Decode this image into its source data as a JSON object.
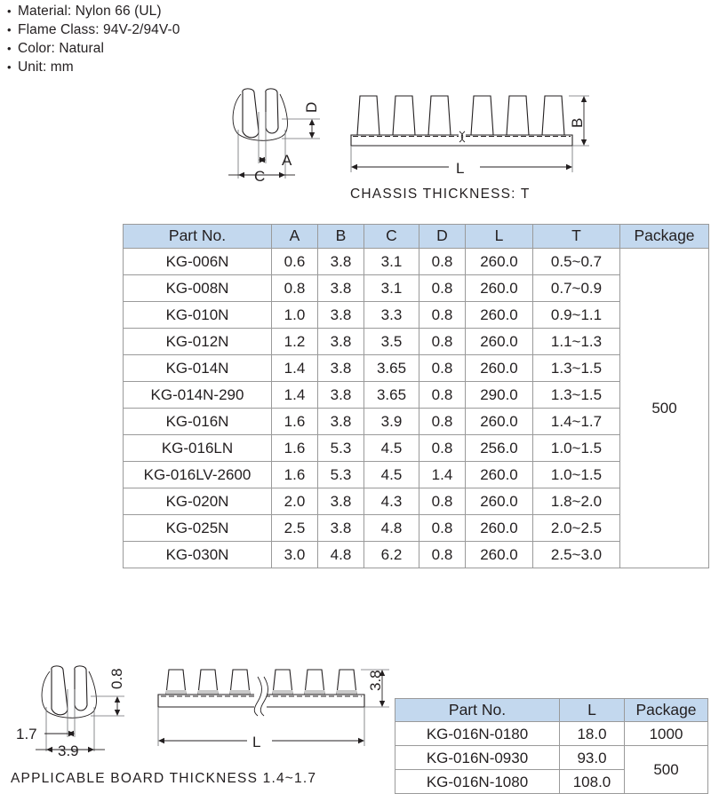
{
  "specs": {
    "bullet": "•",
    "items": [
      "Material: Nylon 66 (UL)",
      "Flame Class: 94V-2/94V-0",
      "Color: Natural",
      "Unit: mm"
    ]
  },
  "drawing_top": {
    "labels": {
      "a": "A",
      "b": "B",
      "c": "C",
      "d": "D",
      "l": "L"
    },
    "caption": "CHASSIS  THICKNESS: T"
  },
  "drawing_bottom": {
    "labels": {
      "height_prong": "0.8",
      "pitch": "1.7",
      "width": "3.9",
      "body_height": "3.8",
      "l": "L"
    },
    "caption": "APPLICABLE  BOARD  THICKNESS  1.4~1.7"
  },
  "main_table": {
    "headers": [
      "Part No.",
      "A",
      "B",
      "C",
      "D",
      "L",
      "T",
      "Package"
    ],
    "package_value": "500",
    "rows": [
      {
        "part": "KG-006N",
        "a": "0.6",
        "b": "3.8",
        "c": "3.1",
        "d": "0.8",
        "l": "260.0",
        "t": "0.5~0.7"
      },
      {
        "part": "KG-008N",
        "a": "0.8",
        "b": "3.8",
        "c": "3.1",
        "d": "0.8",
        "l": "260.0",
        "t": "0.7~0.9"
      },
      {
        "part": "KG-010N",
        "a": "1.0",
        "b": "3.8",
        "c": "3.3",
        "d": "0.8",
        "l": "260.0",
        "t": "0.9~1.1"
      },
      {
        "part": "KG-012N",
        "a": "1.2",
        "b": "3.8",
        "c": "3.5",
        "d": "0.8",
        "l": "260.0",
        "t": "1.1~1.3"
      },
      {
        "part": "KG-014N",
        "a": "1.4",
        "b": "3.8",
        "c": "3.65",
        "d": "0.8",
        "l": "260.0",
        "t": "1.3~1.5"
      },
      {
        "part": "KG-014N-290",
        "a": "1.4",
        "b": "3.8",
        "c": "3.65",
        "d": "0.8",
        "l": "290.0",
        "t": "1.3~1.5"
      },
      {
        "part": "KG-016N",
        "a": "1.6",
        "b": "3.8",
        "c": "3.9",
        "d": "0.8",
        "l": "260.0",
        "t": "1.4~1.7"
      },
      {
        "part": "KG-016LN",
        "a": "1.6",
        "b": "5.3",
        "c": "4.5",
        "d": "0.8",
        "l": "256.0",
        "t": "1.0~1.5"
      },
      {
        "part": "KG-016LV-2600",
        "a": "1.6",
        "b": "5.3",
        "c": "4.5",
        "d": "1.4",
        "l": "260.0",
        "t": "1.0~1.5"
      },
      {
        "part": "KG-020N",
        "a": "2.0",
        "b": "3.8",
        "c": "4.3",
        "d": "0.8",
        "l": "260.0",
        "t": "1.8~2.0"
      },
      {
        "part": "KG-025N",
        "a": "2.5",
        "b": "3.8",
        "c": "4.8",
        "d": "0.8",
        "l": "260.0",
        "t": "2.0~2.5"
      },
      {
        "part": "KG-030N",
        "a": "3.0",
        "b": "4.8",
        "c": "6.2",
        "d": "0.8",
        "l": "260.0",
        "t": "2.5~3.0"
      }
    ]
  },
  "sub_table": {
    "headers": [
      "Part No.",
      "L",
      "Package"
    ],
    "rows": [
      {
        "part": "KG-016N-0180",
        "l": "18.0",
        "package": "1000"
      },
      {
        "part": "KG-016N-0930",
        "l": "93.0",
        "package": "500"
      },
      {
        "part": "KG-016N-1080",
        "l": "108.0",
        "package": null
      }
    ],
    "package_merged_value": "500"
  },
  "colors": {
    "header_bg": "#c3d8ee",
    "line": "#231f20",
    "border": "#9a9a9a"
  }
}
